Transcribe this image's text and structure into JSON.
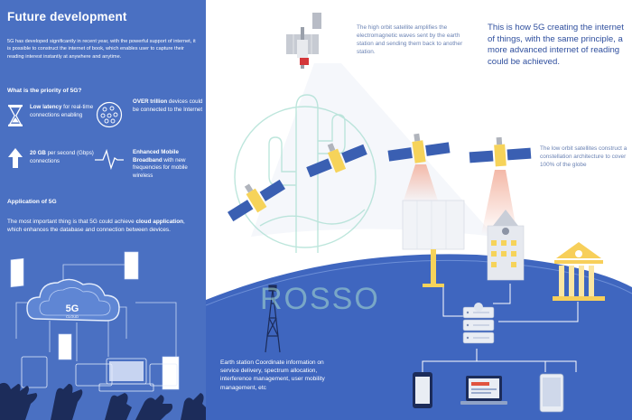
{
  "left": {
    "title": "Future development",
    "intro": "5G has developed significantly in recent year, with the powerful support of internet, it is possible to construct the internet of book, which enables user to capture their reading interest instantly at anywhere and anytime.",
    "priority_heading": "What is the priority of 5G?",
    "features": {
      "latency_bold": "Low latency",
      "latency_rest": " for real-time connections enabling",
      "devices_bold": "OVER trillion",
      "devices_rest": " devices could be connected to the Internet",
      "speed_bold": "20 GB",
      "speed_rest": " per second (Gbps) connections",
      "broadband_bold": "Enhanced Mobile Broadband",
      "broadband_rest": "  with new frequencies for mobile wireless"
    },
    "application_heading": "Application of 5G",
    "application_text_1": "The most important thing is that 5G could achieve ",
    "application_text_bold": "cloud application",
    "application_text_2": ", which enhances the database and connection between devices.",
    "cloud_label": "5G",
    "cloud_sublabel": "CLOUD"
  },
  "right": {
    "high_orbit_text": "The high orbit satellite amplifies the electromagnetic waves sent by the earth station and sending them back to another station.",
    "headline": "This is how 5G creating the internet of things, with the same principle, a more advanced internet of reading could be achieved.",
    "low_orbit_text": "The low orbit satellites construct a constellation architecture to cover 100% of the globe",
    "earth_station_text": "Earth station Coordinate information on service delivery, spectrum allocation, interference management, user mobility management, etc",
    "watermark": "ROSSO"
  },
  "colors": {
    "panel_blue": "#4a70c2",
    "earth_blue": "#3f66bf",
    "headline_blue": "#2f4f9e",
    "satellite_yellow": "#f6d35a",
    "satellite_panel": "#3a5fb2",
    "beam_pink": "#f3b5a3",
    "building_yellow": "#f7cf5a"
  }
}
